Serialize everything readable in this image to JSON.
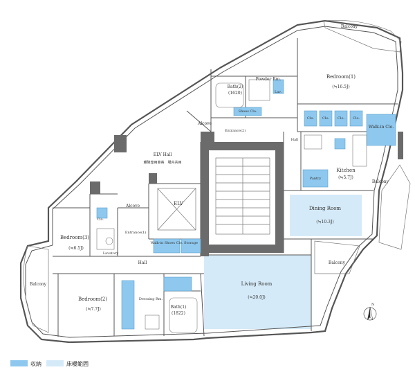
{
  "rooms": {
    "balcony_top": "Balcony",
    "bedroom1": "Bedroom(1)",
    "bedroom1_area": "(≒16.5J)",
    "bath2": "Bath(2)",
    "bath2_size": "(1620)",
    "powder_rm": "Powder Rm.",
    "lav_top": "Lav.",
    "shoes_clo_top": "Shoes Clo.",
    "alcove_top": "Alcove",
    "entrance2": "Entrance(2)",
    "clo1": "Clo.",
    "clo2": "Clo.",
    "clo3": "Clo.",
    "clo4": "Clo.",
    "walk_in_clo_right": "Walk-in Clo.",
    "hall_right": "Hall",
    "elv_hall": "ELV Hall",
    "elv_hall_note": "乗降専用車寄　場内共用",
    "kitchen": "Kitchen",
    "kitchen_area": "(≒5.7J)",
    "pantry": "Pantry",
    "balcony_right": "Balcony",
    "elv": "ELV",
    "alcove_left": "Alcove",
    "dining_room": "Dining Room",
    "dining_area": "(≒10.3J)",
    "bedroom3": "Bedroom(3)",
    "bedroom3_area": "(≒6.5J)",
    "entrance1": "Entrance(1)",
    "walk_in_shoes_clo": "Walk-in Shoes Clo.",
    "storage": "Storage",
    "lavatory": "Lavatory",
    "clo_left": "Clo.",
    "hall_left": "Hall",
    "balcony_lower_right": "Balcony",
    "balcony_left": "Balcony",
    "bedroom2": "Bedroom(2)",
    "bedroom2_area": "(≒7.7J)",
    "dressing_rm": "Dressing Rm.",
    "bath1": "Bath(1)",
    "bath1_size": "(1822)",
    "living_room": "Living Room",
    "living_area": "(≒20.0J)",
    "north": "N"
  },
  "legend": {
    "storage_label": "収納",
    "heating_label": "床暖範囲"
  },
  "colors": {
    "storage": "#8ec8ee",
    "floor_heating": "#d5eaf8",
    "wall": "#6b6b6b"
  }
}
